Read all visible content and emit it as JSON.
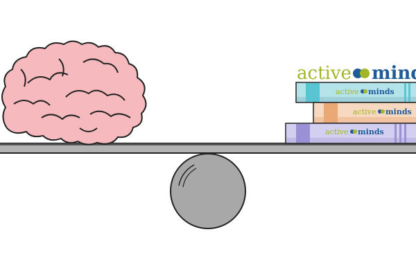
{
  "logo": {
    "word1": "active",
    "word2": "minds"
  },
  "books": [
    {
      "label1": "active",
      "label2": "minds",
      "color": "#b5e3ea",
      "band": "#5bc4d2"
    },
    {
      "label1": "active",
      "label2": "minds",
      "color": "#f6d9c0",
      "band": "#e9a874"
    },
    {
      "label1": "active",
      "label2": "minds",
      "color": "#d3cff0",
      "band": "#9a90d6"
    }
  ],
  "colors": {
    "brain": "#f6b9bd",
    "plank": "#b3b3b3",
    "ball": "#a8a8a8",
    "logo_green": "#a3b628",
    "logo_blue": "#1f5b99"
  }
}
